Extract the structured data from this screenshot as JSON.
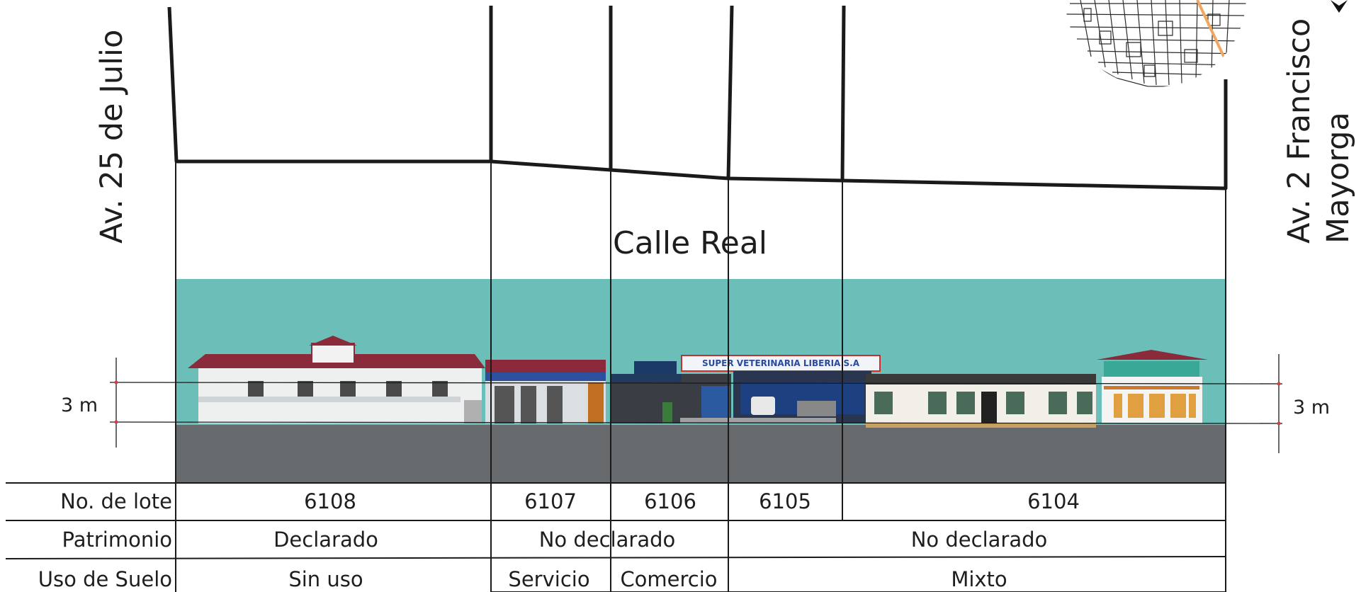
{
  "street_name": "Calle Real",
  "left_avenue": "Av. 25 de Julio",
  "right_avenue": {
    "line1": "Av. 2 Francisco",
    "line2": "Mayorga"
  },
  "height_marker": {
    "left": "3 m",
    "right": "3 m"
  },
  "table": {
    "row_labels": [
      "No. de lote",
      "Patrimonio",
      "Uso de Suelo"
    ],
    "lotes": [
      "6108",
      "6107",
      "6106",
      "6105",
      "6104"
    ],
    "patrimonio": [
      "Declarado",
      "No declarado",
      "No declarado"
    ],
    "uso_suelo": [
      "Sin uso",
      "Servicio",
      "Comercio",
      "Mixto"
    ]
  },
  "facade_sign": "SUPER VETERINARIA LIBERIA S.A",
  "colors": {
    "sky": "#6cbfb9",
    "street": "#666a6c",
    "lines": "#1a1a1a",
    "map_road": "#f0a860",
    "marker": "#d04040"
  }
}
